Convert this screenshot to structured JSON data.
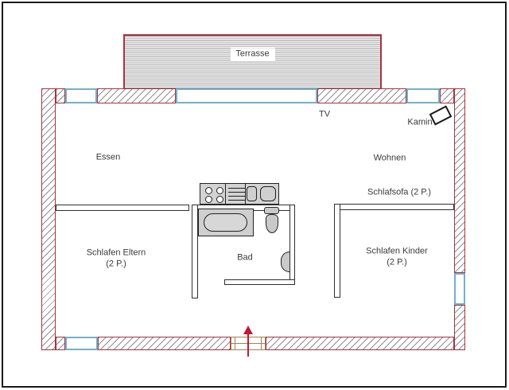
{
  "labels": {
    "terrace": "Terrasse",
    "dining": "Essen",
    "living": "Wohnen",
    "tv": "TV",
    "fireplace": "Kamin",
    "sofa": "Schlafsofa (2 P.)",
    "bedroom_parents_line1": "Schlafen Eltern",
    "bedroom_parents_line2": "(2 P.)",
    "bath": "Bad",
    "bedroom_kids_line1": "Schlafen Kinder",
    "bedroom_kids_line2": "(2 P.)"
  },
  "colors": {
    "wall_red": "#a83240",
    "window_blue": "#72b1c9",
    "hatch_gray": "#8f8f8f",
    "terrace_line_gray": "#9a9a9a",
    "fixture_gray": "#cfcfcf",
    "fixture_outline": "#222222",
    "interior_wall_outline": "#2f2f2f",
    "door_tan": "#a3824f",
    "arrow_red": "#c41734",
    "text_color": "#3a3a3a",
    "frame_black": "#1a1a1a"
  }
}
